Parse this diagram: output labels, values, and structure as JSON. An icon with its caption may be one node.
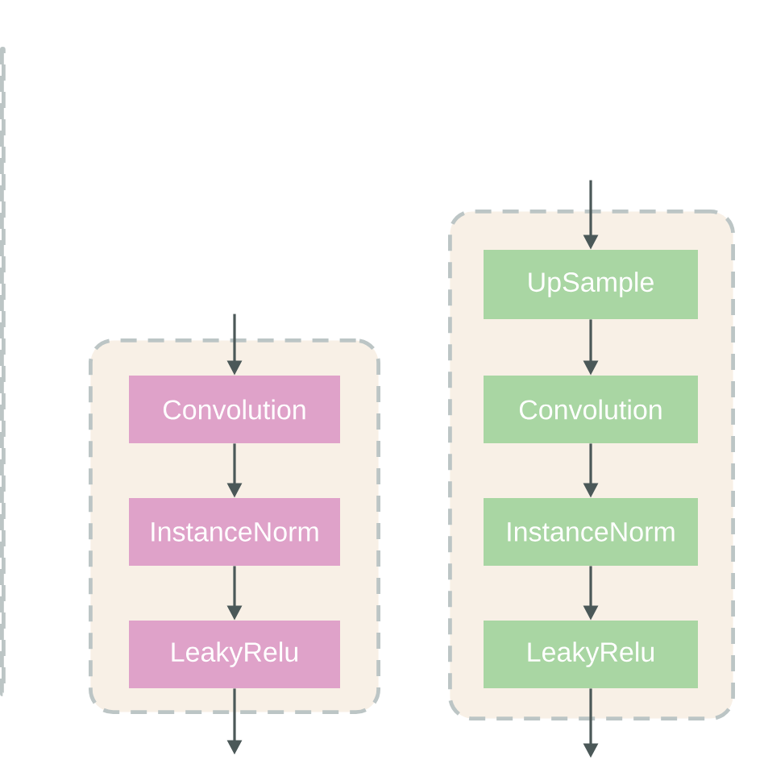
{
  "diagram": {
    "nodes": [
      {
        "text": [],
        "shape": "box"
      },
      {
        "text": [],
        "shape": "box"
      },
      {
        "text": [
          "Convolution"
        ],
        "in": 1
      },
      {
        "text": [
          "InstanceNorm"
        ],
        "in": 1
      },
      {
        "text": [
          "LeakyRelu"
        ],
        "in": 1
      },
      {
        "text": [],
        "shape": "box"
      },
      {
        "text": [
          "UpSample"
        ],
        "in": 5
      },
      {
        "text": [
          "Convolution"
        ],
        "in": 5
      },
      {
        "text": [
          "InstanceNorm"
        ],
        "in": 5
      },
      {
        "text": [
          "LeakyRelu"
        ],
        "in": 5
      }
    ],
    "edges": [
      {
        "from": null,
        "to": 2,
        "arrow": "to"
      },
      {
        "from": 2,
        "to": 3,
        "arrow": "to"
      },
      {
        "from": 3,
        "to": 4,
        "arrow": "to"
      },
      {
        "from": 4,
        "to": null,
        "arrow": "to"
      },
      {
        "from": null,
        "to": 6,
        "arrow": "to"
      },
      {
        "from": 6,
        "to": 7,
        "arrow": "to"
      },
      {
        "from": 7,
        "to": 8,
        "arrow": "to"
      },
      {
        "from": 8,
        "to": 9,
        "arrow": "to"
      },
      {
        "from": 9,
        "to": null,
        "arrow": "to"
      }
    ]
  }
}
